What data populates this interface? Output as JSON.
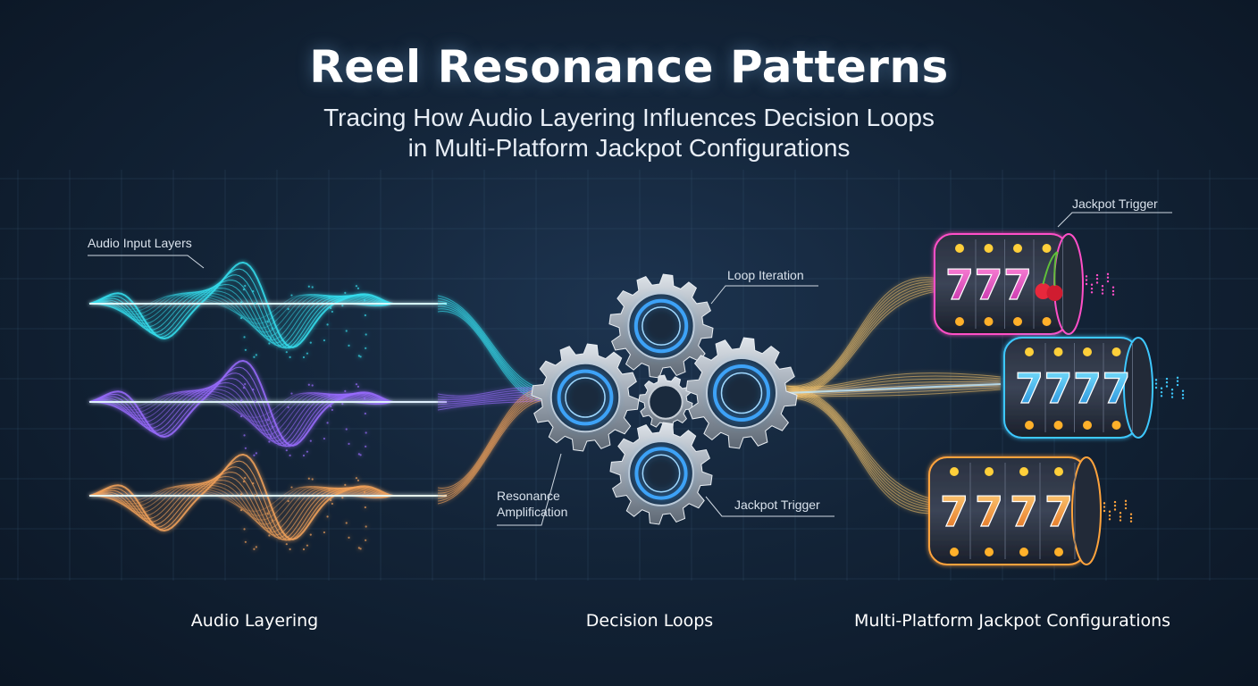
{
  "header": {
    "title": "Reel Resonance Patterns",
    "subtitle_line1": "Tracing How Audio Layering Influences Decision Loops",
    "subtitle_line2": "in Multi-Platform Jackpot Configurations"
  },
  "callouts": {
    "audio_input_layers": "Audio Input Layers",
    "loop_iteration": "Loop Iteration",
    "resonance_line1": "Resonance",
    "resonance_line2": "Amplification",
    "jackpot_trigger_gears": "Jackpot Trigger",
    "jackpot_trigger_reels": "Jackpot Trigger"
  },
  "captions": {
    "audio": "Audio Layering",
    "decision": "Decision Loops",
    "jackpot": "Multi-Platform Jackpot Configurations"
  },
  "colors": {
    "wave_cyan": "#36e0f0",
    "wave_purple": "#9a6cff",
    "wave_orange": "#f5a35a",
    "gear_metal": "#aeb6c0",
    "gear_glow": "#3ea8ff",
    "flow_gold": "#f7c56a",
    "reel_pink": "#ff4fc8",
    "reel_blue": "#3ec8ff",
    "reel_orange": "#ffa33c"
  },
  "reels": [
    {
      "rows": [
        "7",
        "7",
        "7",
        "cherry-icon"
      ]
    },
    {
      "rows": [
        "7",
        "7",
        "7",
        "7"
      ]
    },
    {
      "rows": [
        "7",
        "7",
        "7",
        "7"
      ]
    }
  ]
}
